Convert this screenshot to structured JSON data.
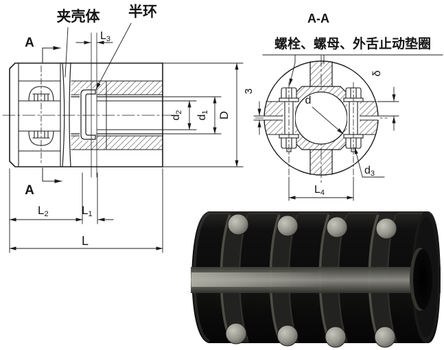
{
  "drawing": {
    "background": "#ffffff",
    "line_color": "#1b1b1b",
    "main_view": {
      "part_labels": {
        "clamp_shell": "夹壳体",
        "half_ring": "半环"
      },
      "section_arrow_label": "A",
      "dims": {
        "L3": {
          "base": "L",
          "sub": "3"
        },
        "L2": {
          "base": "L",
          "sub": "2"
        },
        "L1": {
          "base": "L",
          "sub": "1"
        },
        "L": {
          "base": "L",
          "sub": ""
        },
        "d2": {
          "base": "d",
          "sub": "2"
        },
        "d1": {
          "base": "d",
          "sub": "1"
        },
        "D": {
          "base": "D",
          "sub": ""
        }
      }
    },
    "section_view": {
      "title": "A-A",
      "callout": "螺栓、螺母、外舌止动垫圈",
      "dims": {
        "gap": {
          "base": "3",
          "sub": ""
        },
        "delta": {
          "base": "δ",
          "sub": ""
        },
        "bore": {
          "base": "d",
          "sub": ""
        },
        "bolt_dia": {
          "base": "d",
          "sub": "3"
        },
        "bolt_span": {
          "base": "L",
          "sub": "4"
        }
      }
    }
  },
  "photo": {
    "body_color": "#0d0d0d",
    "band_color": "#8e8e86",
    "bolt_color": "#9a9a92",
    "rib_count": 4,
    "bolts_visible": 8
  }
}
